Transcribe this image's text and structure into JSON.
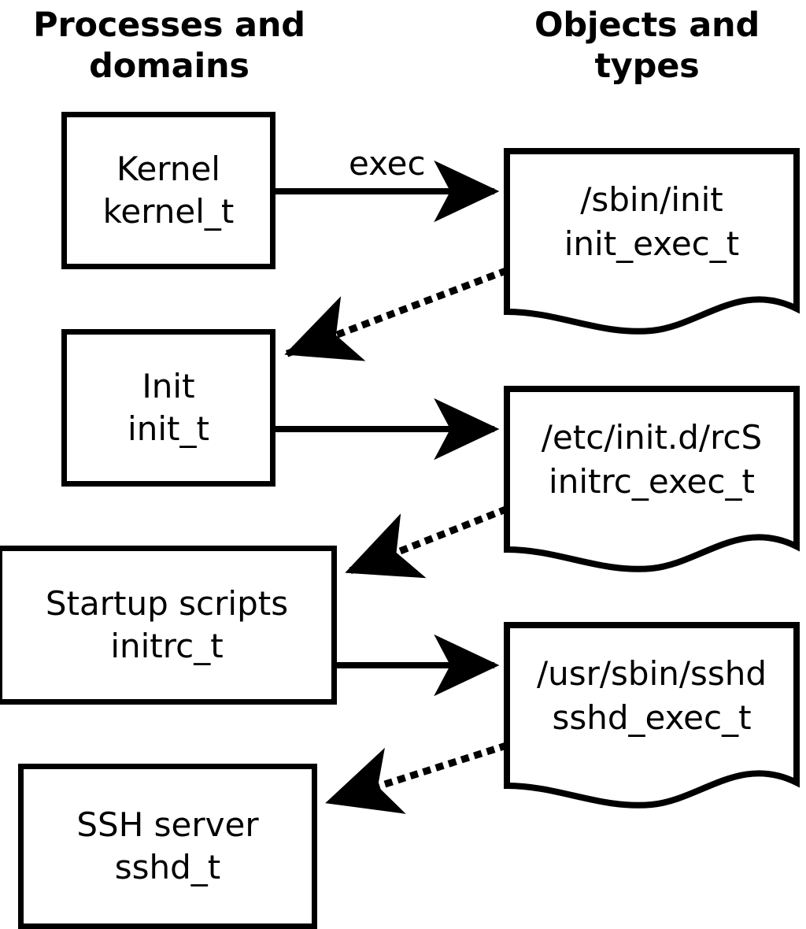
{
  "headers": {
    "left": "Processes and domains",
    "right": "Objects and types"
  },
  "colors": {
    "stroke": "#000000",
    "fill": "#ffffff",
    "background": "#ffffff"
  },
  "process_boxes": [
    {
      "id": "kernel",
      "name": "Kernel",
      "type": "kernel_t"
    },
    {
      "id": "init",
      "name": "Init",
      "type": "init_t"
    },
    {
      "id": "initrc",
      "name": "Startup scripts",
      "type": "initrc_t"
    },
    {
      "id": "sshd",
      "name": "SSH server",
      "type": "sshd_t"
    }
  ],
  "object_docs": [
    {
      "id": "init_exec",
      "path": "/sbin/init",
      "type": "init_exec_t"
    },
    {
      "id": "initrc_exec",
      "path": "/etc/init.d/rcS",
      "type": "initrc_exec_t"
    },
    {
      "id": "sshd_exec",
      "path": "/usr/sbin/sshd",
      "type": "sshd_exec_t"
    }
  ],
  "edges": [
    {
      "id": "kernel-exec-init",
      "from": "kernel",
      "to": "init_exec",
      "style": "solid",
      "label": "exec"
    },
    {
      "id": "init_exec-to-init",
      "from": "init_exec",
      "to": "init",
      "style": "dotted",
      "label": ""
    },
    {
      "id": "init-exec-initrc",
      "from": "init",
      "to": "initrc_exec",
      "style": "solid",
      "label": ""
    },
    {
      "id": "initrc_exec-to-initrc",
      "from": "initrc_exec",
      "to": "initrc",
      "style": "dotted",
      "label": ""
    },
    {
      "id": "initrc-exec-sshd",
      "from": "initrc",
      "to": "sshd_exec",
      "style": "solid",
      "label": ""
    },
    {
      "id": "sshd_exec-to-sshd",
      "from": "sshd_exec",
      "to": "sshd",
      "style": "dotted",
      "label": ""
    }
  ]
}
